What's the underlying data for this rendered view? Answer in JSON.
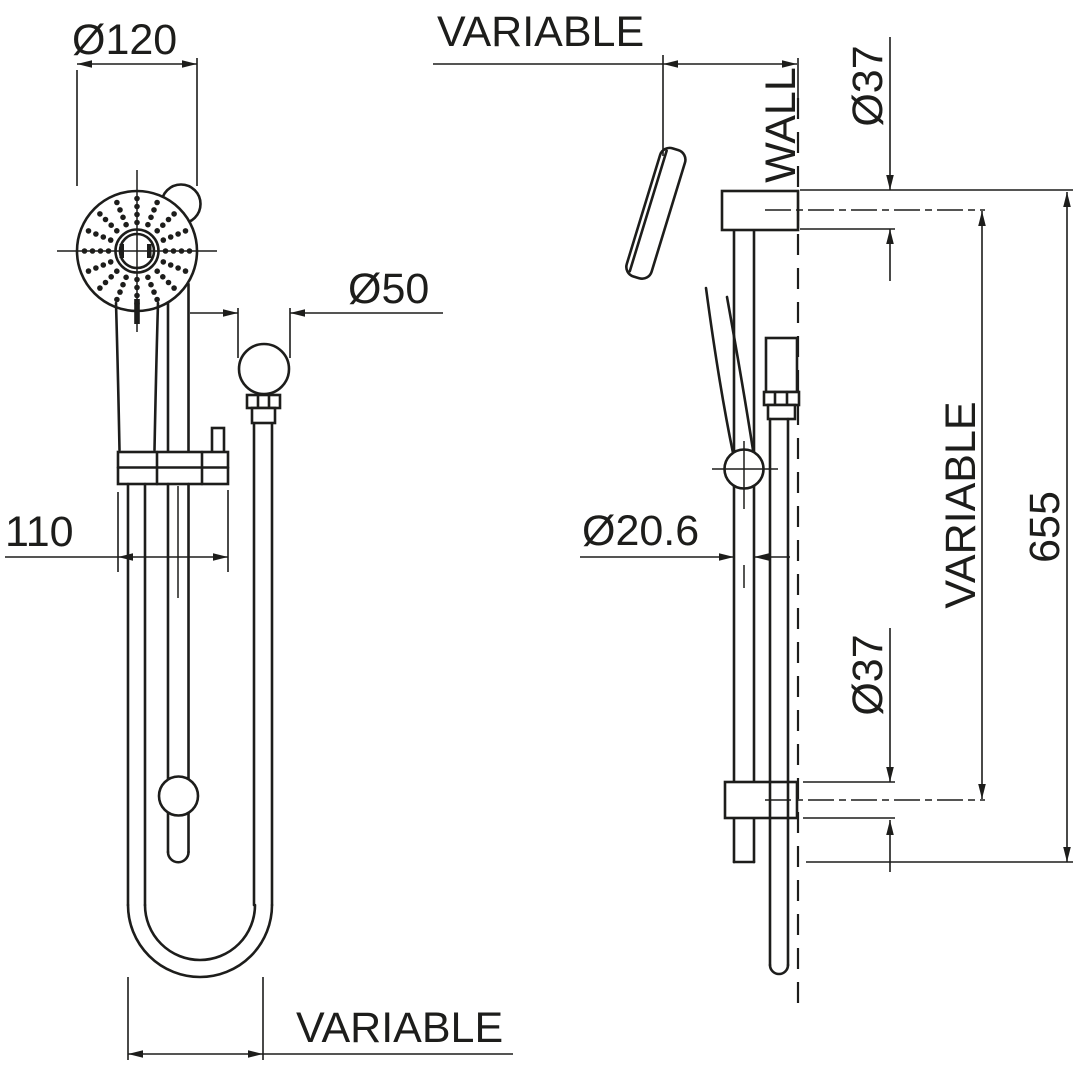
{
  "line_color": "#1d1d1b",
  "front_view": {
    "head_diameter_label": "Ø120",
    "elbow_diameter_label": "Ø50",
    "slider_offset_label": "110",
    "hose_loop_width_label": "VARIABLE"
  },
  "side_view": {
    "wall_offset_label": "VARIABLE",
    "wall_label": "WALL",
    "top_flange_diameter_label": "Ø37",
    "rail_diameter_label": "Ø20.6",
    "bracket_spacing_label": "VARIABLE",
    "rail_length_label": "655",
    "bottom_flange_diameter_label": "Ø37"
  }
}
